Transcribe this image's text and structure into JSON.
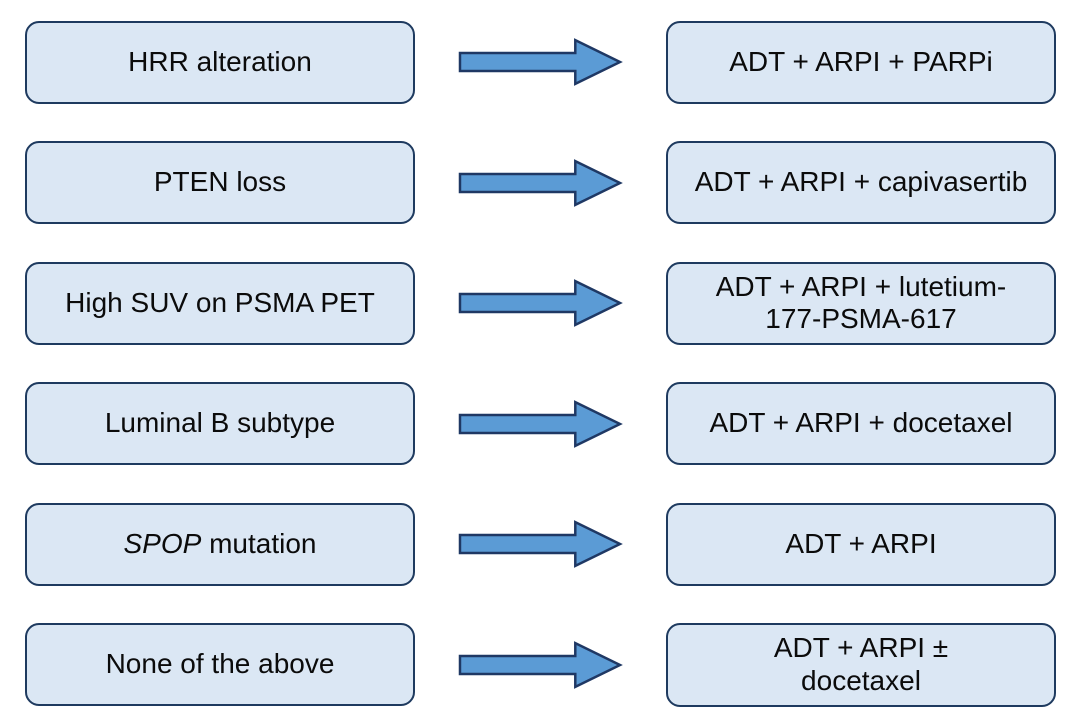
{
  "colors": {
    "box_fill": "#dbe7f4",
    "box_border": "#1e3a5f",
    "arrow_fill": "#5b9bd5",
    "arrow_border": "#1f3864",
    "text": "#0b0b0b",
    "background": "#ffffff"
  },
  "icons": {
    "arrow": "right-block-arrow"
  },
  "rows": [
    {
      "left": "HRR alteration",
      "right": "ADT + ARPI + PARPi"
    },
    {
      "left": "PTEN loss",
      "right": "ADT + ARPI + capivasertib"
    },
    {
      "left": "High SUV on PSMA PET",
      "right": "ADT + ARPI + lutetium-\n177-PSMA-617"
    },
    {
      "left": "Luminal B subtype",
      "right": "ADT + ARPI + docetaxel"
    },
    {
      "left_italic": "SPOP",
      "left_rest": " mutation",
      "right": "ADT + ARPI"
    },
    {
      "left": "None of the above",
      "right": "ADT + ARPI ±\ndocetaxel"
    }
  ]
}
